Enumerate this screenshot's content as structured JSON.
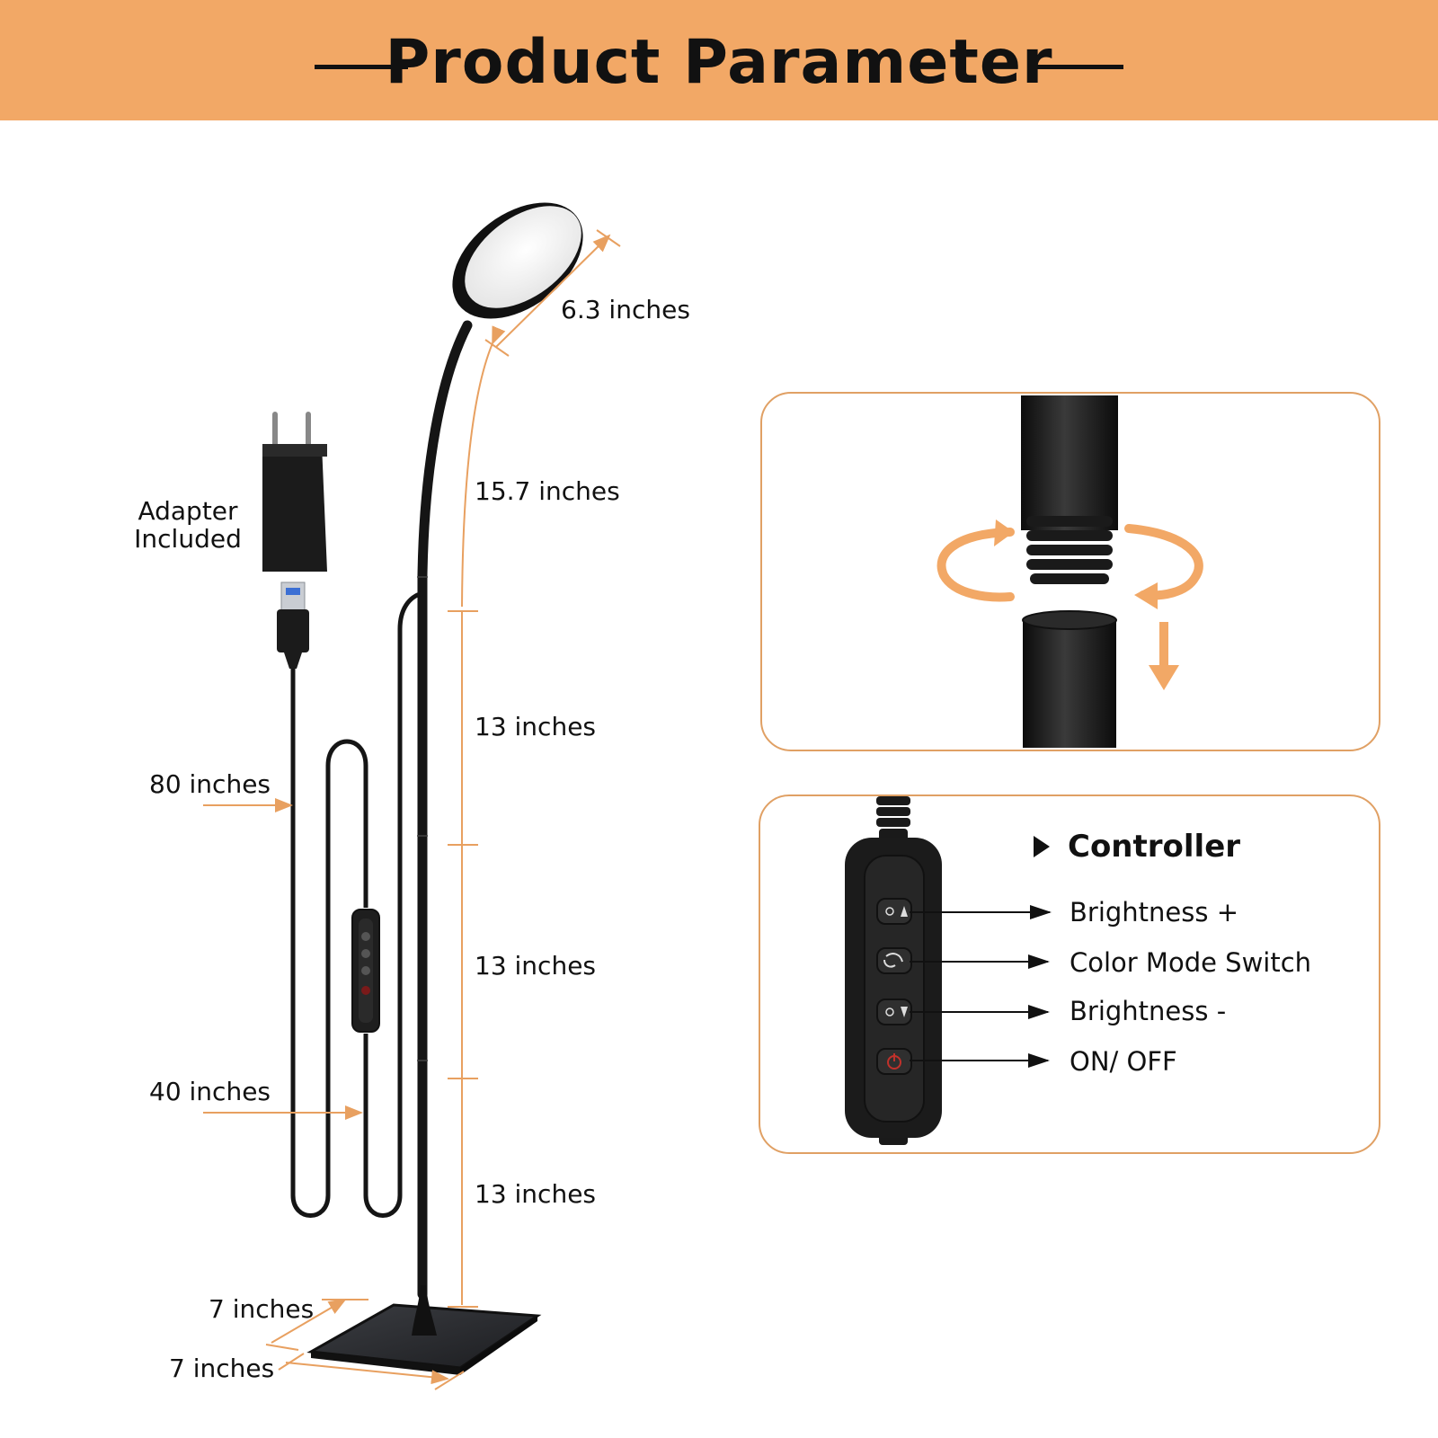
{
  "header": {
    "title": "Product Parameter"
  },
  "adapter": {
    "label_line1": "Adapter",
    "label_line2": "Included"
  },
  "dimensions": {
    "head_diameter": "6.3 inches",
    "gooseneck": "15.7 inches",
    "pole_1": "13 inches",
    "pole_2": "13 inches",
    "pole_3": "13 inches",
    "cable_total": "80 inches",
    "cable_lower": "40 inches",
    "base_depth": "7 inches",
    "base_width": "7 inches"
  },
  "controller": {
    "title": "Controller",
    "buttons": [
      {
        "label": "Brightness +",
        "icon": "brightness-up-icon"
      },
      {
        "label": "Color Mode Switch",
        "icon": "color-mode-icon"
      },
      {
        "label": "Brightness -",
        "icon": "brightness-down-icon"
      },
      {
        "label": "ON/ OFF",
        "icon": "power-icon"
      }
    ]
  },
  "colors": {
    "banner": "#f2a866",
    "accent": "#e8a060",
    "product": "#1a1a1a",
    "text": "#111111"
  }
}
